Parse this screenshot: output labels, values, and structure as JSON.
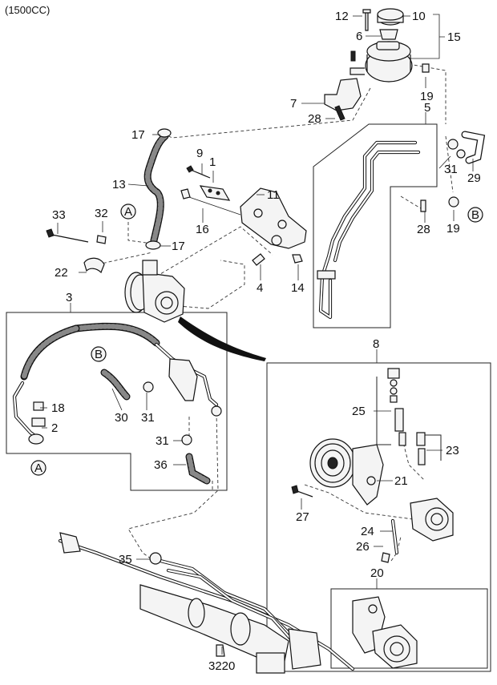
{
  "header": {
    "engine_label": "(1500CC)"
  },
  "callouts": {
    "c1": "1",
    "c2": "2",
    "c3": "3",
    "c4": "4",
    "c5": "5",
    "c6": "6",
    "c7": "7",
    "c8": "8",
    "c9": "9",
    "c10": "10",
    "c11": "11",
    "c12": "12",
    "c13": "13",
    "c14": "14",
    "c15": "15",
    "c16": "16",
    "c17a": "17",
    "c17b": "17",
    "c18": "18",
    "c19a": "19",
    "c19b": "19",
    "c20": "20",
    "c21": "21",
    "c22": "22",
    "c23": "23",
    "c24": "24",
    "c25": "25",
    "c26": "26",
    "c27": "27",
    "c28a": "28",
    "c28b": "28",
    "c29": "29",
    "c30": "30",
    "c31a": "31",
    "c31b": "31",
    "c31c": "31",
    "c32": "32",
    "c33": "33",
    "c35": "35",
    "c36": "36",
    "c3220": "3220"
  },
  "connectors": {
    "A_top": "A",
    "A_bottom": "A",
    "B_right": "B",
    "B_left": "B"
  }
}
